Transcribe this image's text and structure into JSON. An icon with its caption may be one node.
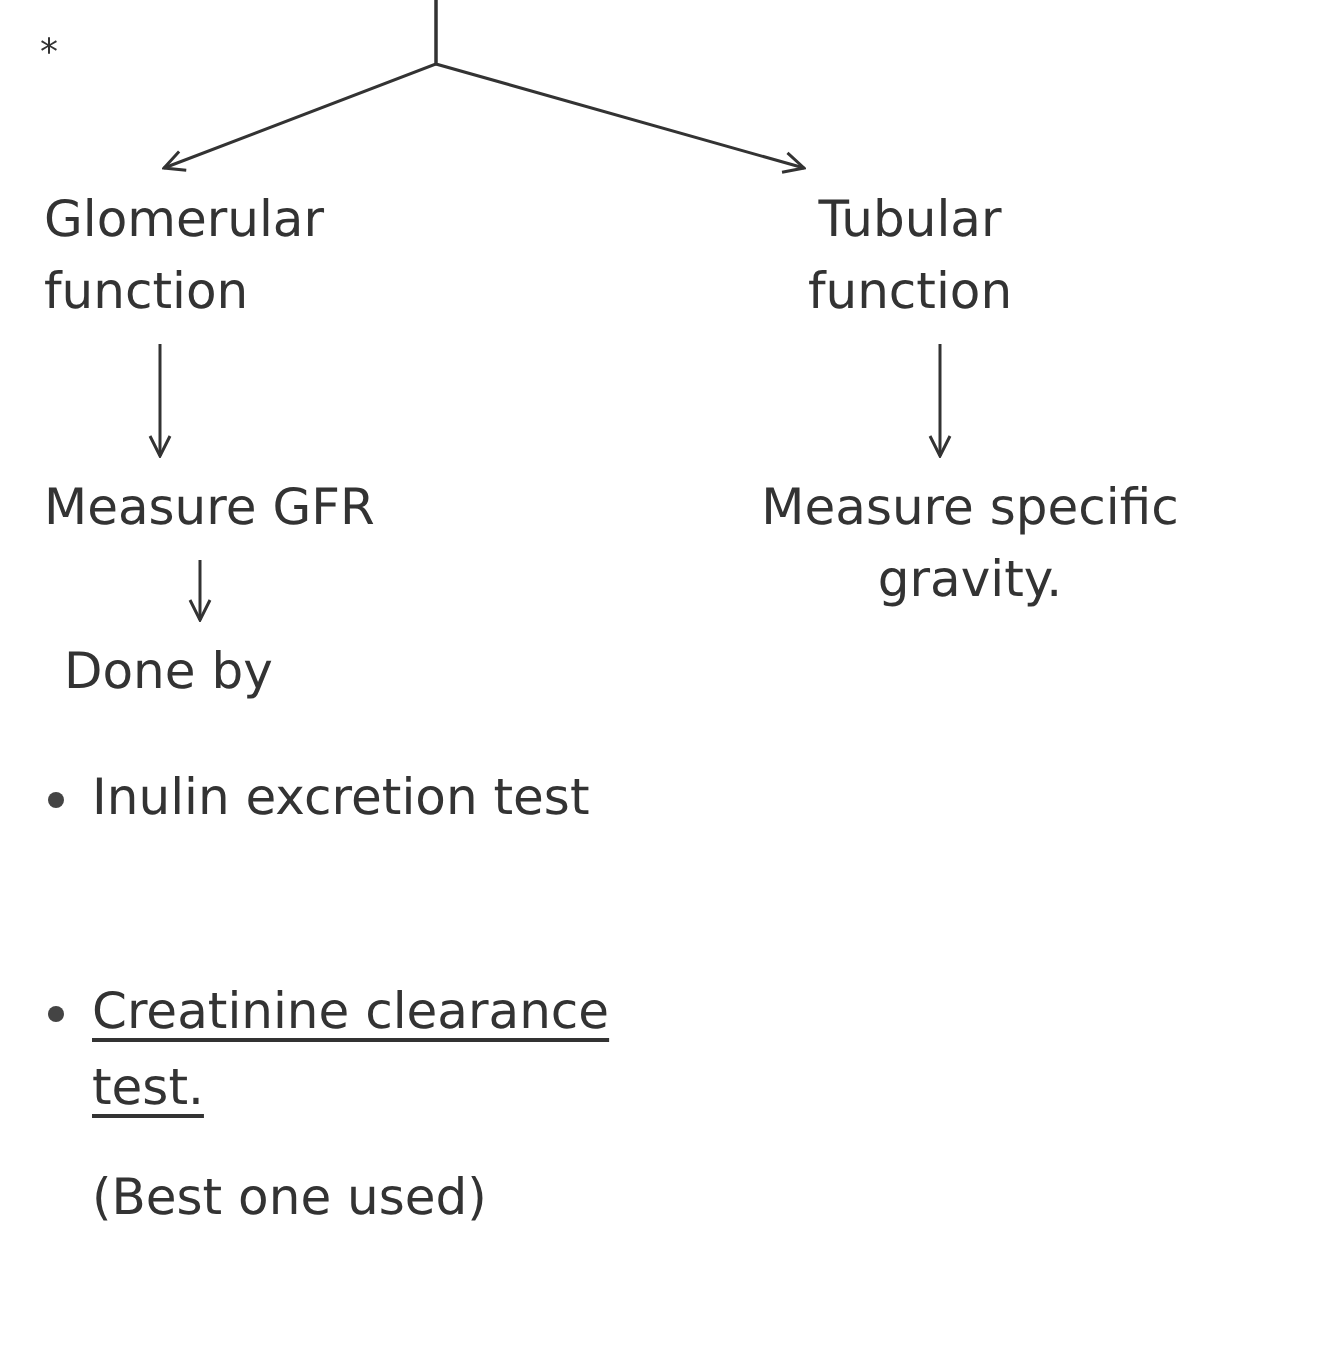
{
  "diagram": {
    "nodes": [
      {
        "text": [
          "Glomerular function"
        ]
      },
      {
        "text": [
          "Tubular function"
        ]
      },
      {
        "text": [
          "Measure GFR"
        ]
      },
      {
        "text": [
          "Measure specific gravity."
        ]
      },
      {
        "text": [
          "Done by"
        ]
      }
    ],
    "edges": [
      {
        "from": null,
        "to": 0,
        "arrow": "to"
      },
      {
        "from": null,
        "to": 1,
        "arrow": "to"
      },
      {
        "from": 0,
        "to": 2,
        "arrow": "to"
      },
      {
        "from": 1,
        "to": 3,
        "arrow": "to"
      },
      {
        "from": 2,
        "to": 4,
        "arrow": "to"
      }
    ],
    "labels": [
      "*",
      "Inulin excretion test",
      "Creatinine clearance test.",
      "(Best one used)"
    ]
  }
}
